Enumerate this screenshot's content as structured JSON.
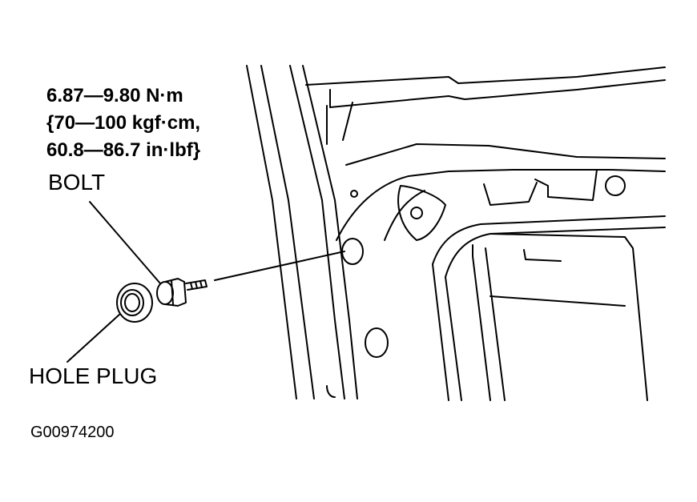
{
  "torque_spec": {
    "line1": "6.87—9.80 N·m",
    "line2": "{70—100 kgf·cm,",
    "line3": "60.8—86.7 in·lbf}"
  },
  "labels": {
    "bolt": "BOLT",
    "hole_plug": "HOLE PLUG"
  },
  "figure_id": "G00974200",
  "colors": {
    "line": "#000000",
    "background": "#ffffff"
  }
}
